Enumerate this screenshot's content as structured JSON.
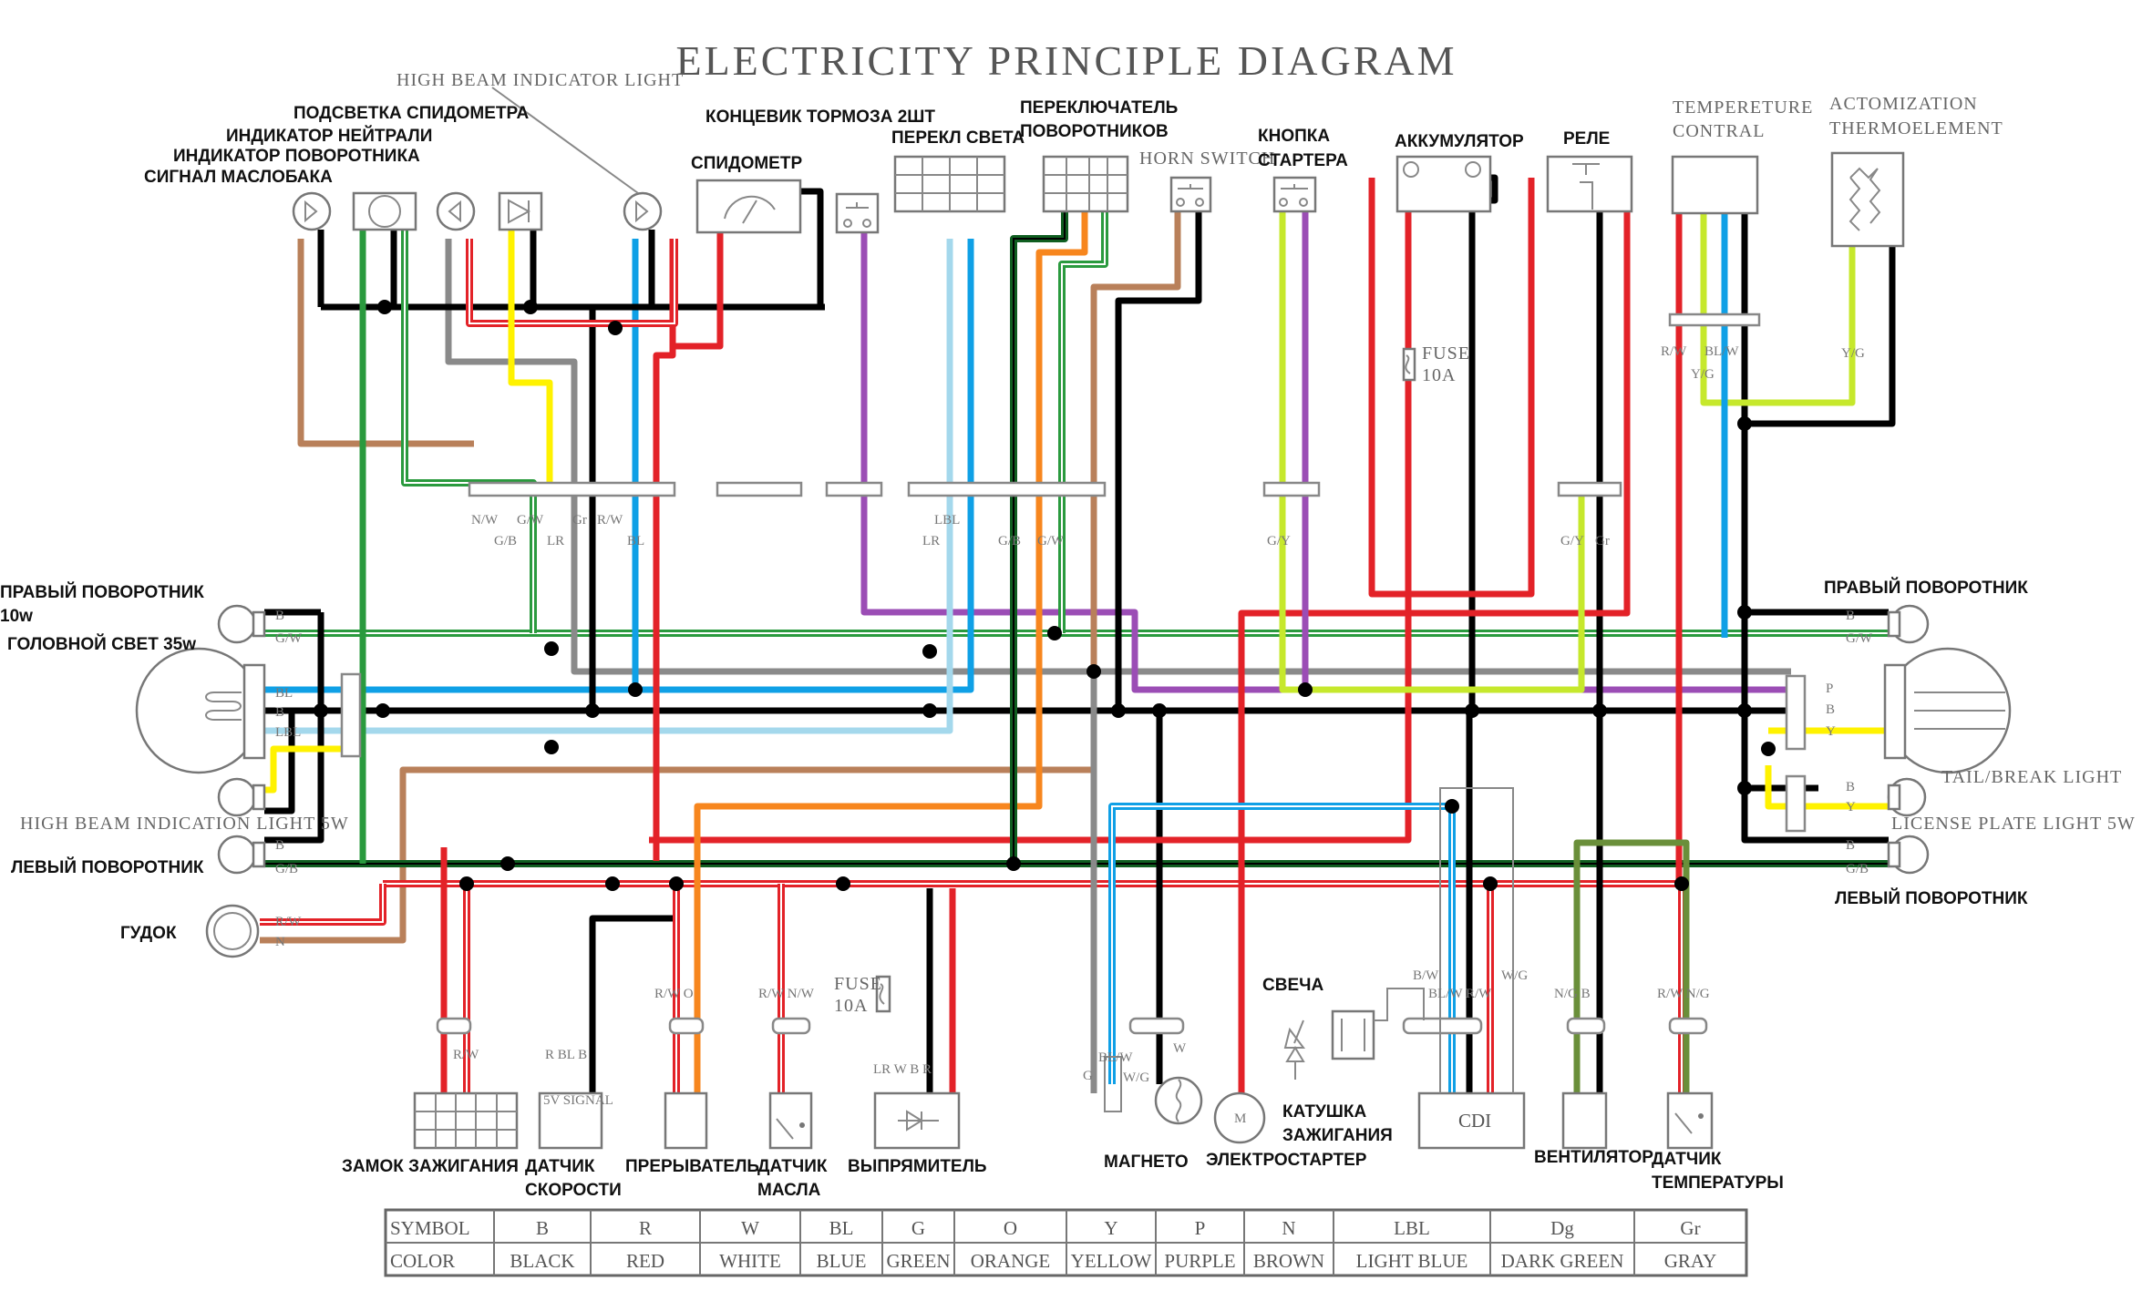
{
  "title": "ELECTRICITY PRINCIPLE DIAGRAM",
  "top_labels": {
    "high_beam_indicator": "HIGH BEAM INDICATOR LIGHT",
    "speedo_backlight": "ПОДСВЕТКА СПИДОМЕТРА",
    "neutral_indicator": "ИНДИКАТОР НЕЙТРАЛИ",
    "turn_indicator": "ИНДИКАТОР ПОВОРОТНИКА",
    "oil_signal": "СИГНАЛ МАСЛОБАКА",
    "brake_switch": "КОНЦЕВИК ТОРМОЗА 2ШТ",
    "light_switch": "ПЕРЕКЛ СВЕТА",
    "speedometer": "СПИДОМЕТР",
    "turn_switch_1": "ПЕРЕКЛЮЧАТЕЛЬ",
    "turn_switch_2": "ПОВОРОТНИКОВ",
    "horn_switch": "HORN SWITCH",
    "starter_button_1": "КНОПКА",
    "starter_button_2": "СТАРТЕРА",
    "battery": "АККУМУЛЯТОР",
    "relay": "РЕЛЕ",
    "temp_control_1": "TEMPERETURE",
    "temp_control_2": "CONTRAL",
    "thermo_1": "ACTOMIZATION",
    "thermo_2": "THERMOELEMENT"
  },
  "left_labels": {
    "right_turn": "ПРАВЫЙ ПОВОРОТНИК",
    "right_turn_power": "10w",
    "headlight": "ГОЛОВНОЙ СВЕТ 35w",
    "high_beam_5w": "HIGH BEAM INDICATION LIGHT 5W",
    "left_turn": "ЛЕВЫЙ ПОВОРОТНИК",
    "horn": "ГУДОК"
  },
  "right_labels": {
    "right_turn": "ПРАВЫЙ ПОВОРОТНИК",
    "tail_light": "TAIL/BREAK LIGHT",
    "license_light": "LICENSE PLATE LIGHT 5W",
    "left_turn": "ЛЕВЫЙ ПОВОРОТНИК"
  },
  "bottom_labels": {
    "ignition_lock": "ЗАМОК ЗАЖИГАНИЯ",
    "speed_sensor_1": "ДАТЧИК",
    "speed_sensor_2": "СКОРОСТИ",
    "interrupter": "ПРЕРЫВАТЕЛЬ",
    "oil_sensor_1": "ДАТЧИК",
    "oil_sensor_2": "МАСЛА",
    "rectifier": "ВЫПРЯМИТЕЛЬ",
    "magneto": "МАГНЕТО",
    "starter_motor": "ЭЛЕКТРОСТАРТЕР",
    "spark_plug": "СВЕЧА",
    "coil_1": "КАТУШКА",
    "coil_2": "ЗАЖИГАНИЯ",
    "cdi": "CDI",
    "fan": "ВЕНТИЛЯТОР",
    "temp_sensor_1": "ДАТЧИК",
    "temp_sensor_2": "ТЕМПЕРАТУРЫ"
  },
  "fuses": {
    "main_label": "FUSE",
    "main_rating": "10A",
    "rect_label": "FUSE",
    "rect_rating": "10A"
  },
  "wire_codes": {
    "c1": "N/W",
    "c2": "G/B",
    "c3": "G/W",
    "c4": "LR",
    "c5": "Gr",
    "c6": "R/W",
    "c7": "BL",
    "c8": "LBL",
    "c9": "LR",
    "c10": "G/B",
    "c11": "G/W",
    "c12": "G/Y",
    "c13": "G/Y",
    "c14": "Gr",
    "c15": "R/W",
    "c16": "BL/W",
    "c17": "Y/G",
    "c18": "Y/G",
    "h1": "B",
    "h2": "G/W",
    "h3": "BL",
    "h4": "B",
    "h5": "LBL",
    "h6": "B",
    "h7": "G/B",
    "h8": "R/W",
    "h9": "N",
    "r1": "B",
    "r2": "G/W",
    "r3": "P",
    "r4": "B",
    "r5": "Y",
    "r6": "B",
    "r7": "Y",
    "r8": "B",
    "r9": "G/B",
    "b1": "R/W",
    "b2": "R BL B",
    "b3": "R/W O",
    "b4": "R/W N/W",
    "b5": "LR W B R",
    "b6": "BL/W",
    "b7": "W/G",
    "b8": "W",
    "b9": "G",
    "b10": "B/W",
    "b11": "BL/W R/W",
    "b12": "W/G",
    "b13": "N/G B",
    "b14": "R/W N/G",
    "speed_sensor_text": "5V SIGNAL"
  },
  "legend": {
    "symbol_header": "SYMBOL",
    "color_header": "COLOR",
    "items": [
      {
        "symbol": "B",
        "color": "BLACK",
        "hex": "#000000"
      },
      {
        "symbol": "R",
        "color": "RED",
        "hex": "#e32228"
      },
      {
        "symbol": "W",
        "color": "WHITE",
        "hex": "#ffffff"
      },
      {
        "symbol": "BL",
        "color": "BLUE",
        "hex": "#0fa0e6"
      },
      {
        "symbol": "G",
        "color": "GREEN",
        "hex": "#2a9a3e"
      },
      {
        "symbol": "O",
        "color": "ORANGE",
        "hex": "#f7861e"
      },
      {
        "symbol": "Y",
        "color": "YELLOW",
        "hex": "#fff200"
      },
      {
        "symbol": "P",
        "color": "PURPLE",
        "hex": "#9b4db5"
      },
      {
        "symbol": "N",
        "color": "BROWN",
        "hex": "#b9805a"
      },
      {
        "symbol": "LBL",
        "color": "LIGHT BLUE",
        "hex": "#a4d8ec"
      },
      {
        "symbol": "Dg",
        "color": "DARK GREEN",
        "hex": "#6a8f3a"
      },
      {
        "symbol": "Gr",
        "color": "GRAY",
        "hex": "#8a8a8a"
      }
    ]
  },
  "colors": {
    "yellow_green": "#c6e82c",
    "dark_green_wire": "#0f5e20"
  }
}
